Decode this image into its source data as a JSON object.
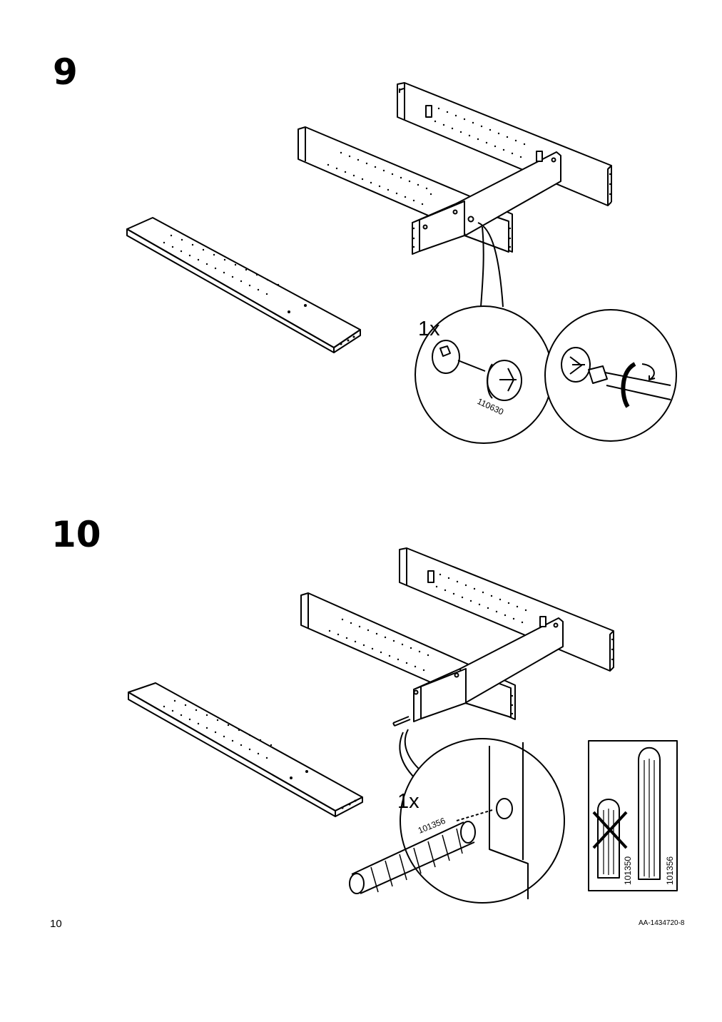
{
  "steps": [
    {
      "number": "9",
      "callouts": [
        {
          "quantity": "1x",
          "part_number": "110630",
          "part_icon": "cam-lock-fitting"
        }
      ],
      "tool_icon": "flathead-screwdriver-turn"
    },
    {
      "number": "10",
      "callouts": [
        {
          "quantity": "1x",
          "part_number": "101356",
          "part_icon": "wooden-dowel"
        }
      ],
      "comparison": {
        "wrong_part": "101350",
        "right_part": "101356"
      }
    }
  ],
  "footer": {
    "page_number": "10",
    "document_id": "AA-1434720-8"
  },
  "colors": {
    "ink": "#000000",
    "paper": "#ffffff"
  }
}
